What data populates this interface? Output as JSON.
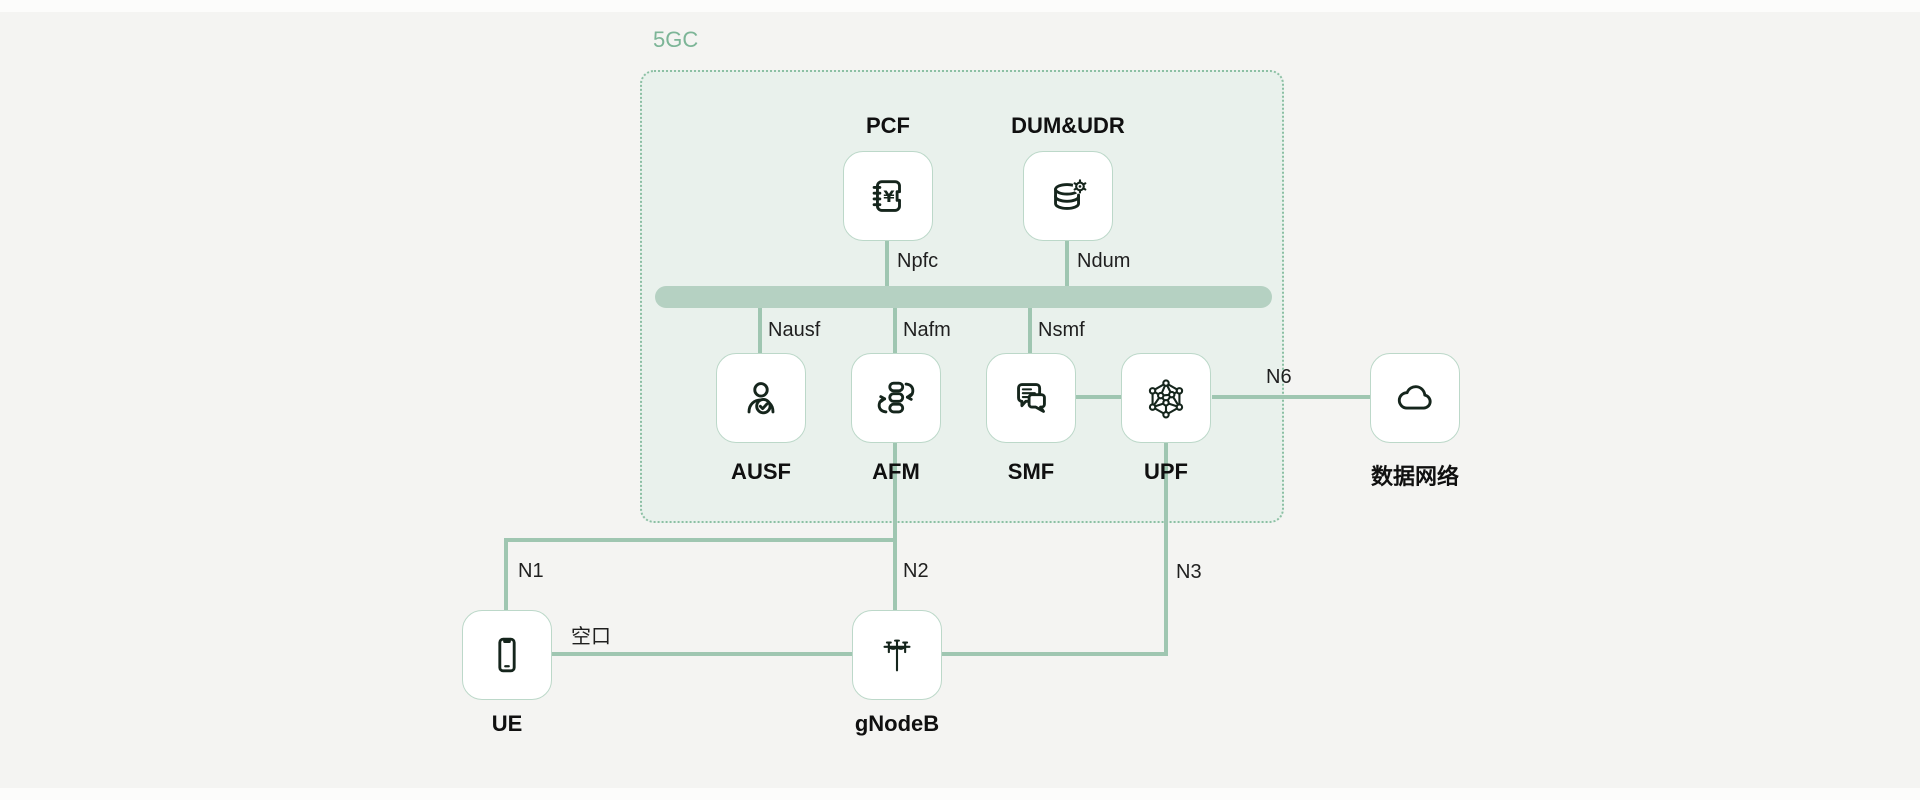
{
  "diagram": {
    "group_label": "5GC",
    "nodes": {
      "pcf": {
        "label": "PCF",
        "icon": "ledger-yen-icon"
      },
      "dum_udr": {
        "label": "DUM&UDR",
        "icon": "database-gear-icon"
      },
      "ausf": {
        "label": "AUSF",
        "icon": "user-verified-icon"
      },
      "afm": {
        "label": "AFM",
        "icon": "workflow-sync-icon"
      },
      "smf": {
        "label": "SMF",
        "icon": "chat-document-icon"
      },
      "upf": {
        "label": "UPF",
        "icon": "mesh-network-icon"
      },
      "data_network": {
        "label": "数据网络",
        "icon": "cloud-icon"
      },
      "ue": {
        "label": "UE",
        "icon": "smartphone-icon"
      },
      "gnodeb": {
        "label": "gNodeB",
        "icon": "antenna-mast-icon"
      }
    },
    "interfaces": {
      "npfc": "Npfc",
      "ndum": "Ndum",
      "nausf": "Nausf",
      "nafm": "Nafm",
      "nsmf": "Nsmf",
      "n6": "N6",
      "n1": "N1",
      "n2": "N2",
      "n3": "N3",
      "air": "空口"
    },
    "connections": [
      {
        "from": "PCF",
        "to": "service-bus",
        "label": "Npfc"
      },
      {
        "from": "DUM&UDR",
        "to": "service-bus",
        "label": "Ndum"
      },
      {
        "from": "service-bus",
        "to": "AUSF",
        "label": "Nausf"
      },
      {
        "from": "service-bus",
        "to": "AFM",
        "label": "Nafm"
      },
      {
        "from": "service-bus",
        "to": "SMF",
        "label": "Nsmf"
      },
      {
        "from": "SMF",
        "to": "UPF",
        "label": ""
      },
      {
        "from": "UPF",
        "to": "数据网络",
        "label": "N6"
      },
      {
        "from": "UE",
        "to": "AFM",
        "label": "N1"
      },
      {
        "from": "gNodeB",
        "to": "AFM",
        "label": "N2"
      },
      {
        "from": "gNodeB",
        "to": "UPF",
        "label": "N3"
      },
      {
        "from": "UE",
        "to": "gNodeB",
        "label": "空口"
      }
    ]
  },
  "colors": {
    "background": "#f4f4f2",
    "panel_fill": "#e9f1ec",
    "panel_border": "#8cc0a4",
    "bus_bar": "#b5d1c2",
    "connector_line": "#9fc6b1",
    "node_border": "#bcd8c9",
    "node_fill": "#ffffff",
    "icon": "#15251c",
    "label_text": "#101010",
    "group_label_text": "#7cb597"
  }
}
